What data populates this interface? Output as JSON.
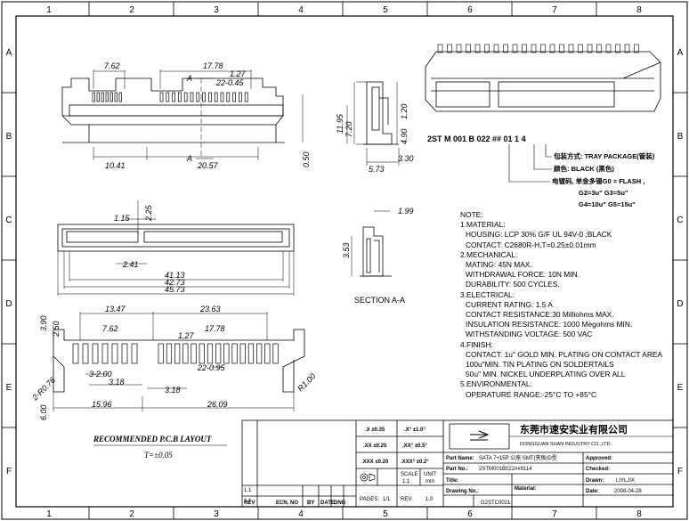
{
  "frame": {
    "columns": [
      "1",
      "2",
      "3",
      "4",
      "5",
      "6",
      "7",
      "8"
    ],
    "rows": [
      "A",
      "B",
      "C",
      "D",
      "E",
      "F"
    ]
  },
  "dims": {
    "d762": "7.62",
    "d1778": "17.78",
    "d127": "1.27",
    "d22045": "22-0.45",
    "a_top": "A",
    "a_bottom": "A",
    "d1041": "10.41",
    "d2057": "20.57",
    "d050": "0.50",
    "d1195": "11.95",
    "d720": "7.20",
    "d120": "1.20",
    "d490": "4.90",
    "d573": "5.73",
    "d330": "3.30",
    "d115": "1.15",
    "d225": "2.25",
    "d241": "2.41",
    "d4113": "41.13",
    "d4273": "42.73",
    "d4573": "45.73",
    "d199": "1.99",
    "d353": "3.53",
    "section": "SECTION A-A",
    "d1347": "13.47",
    "d2363": "23.63",
    "d390": "3.90",
    "d250": "2.50",
    "d762b": "7.62",
    "d127b": "1.27",
    "d1778b": "17.78",
    "d22095": "22-0.95",
    "d3200": "3-2.00",
    "d318a": "3.18",
    "d318b": "3.18",
    "d2r076": "2-R0.76",
    "d600": "6.00",
    "d100": "R1.00",
    "d1596": "15.96",
    "d2609": "26.09"
  },
  "part_code": {
    "code": "2ST M 001 B 022 ## 01 1 4",
    "pack": "包装方式: TRAY PACKAGE(管装)",
    "color": "颜色: BLACK (黑色)",
    "plating": "电镀码, 单金多锡G0 = FLASH ,",
    "g2": "G2=3u\" G3=5u\"",
    "g4": "G4=10u\" G5=15u\""
  },
  "notes": [
    {
      "t": "NOTE:",
      "i": 0
    },
    {
      "t": "1.MATERIAL:",
      "i": 0
    },
    {
      "t": "HOUSING: LCP  30% G/F UL 94V-0 ;BLACK",
      "i": 1
    },
    {
      "t": "CONTACT:  C2680R-H,T=0.25±0.01mm",
      "i": 1
    },
    {
      "t": "2.MECHANICAL:",
      "i": 0
    },
    {
      "t": "MATING: 45N MAX.",
      "i": 1
    },
    {
      "t": "WITHDRAWAL FORCE: 10N MIN.",
      "i": 1
    },
    {
      "t": "DURABILITY: 500 CYCLES.",
      "i": 1
    },
    {
      "t": "3.ELECTRICAL:",
      "i": 0
    },
    {
      "t": "CURRENT RATING: 1.5 A",
      "i": 1
    },
    {
      "t": "CONTACT RESISTANCE:30 Milliohms MAX.",
      "i": 1
    },
    {
      "t": "INSULATION RESISTANCE: 1000 Megohms MIN.",
      "i": 1
    },
    {
      "t": "WITHSTANDING VOLTAGE: 500 VAC",
      "i": 1
    },
    {
      "t": "4.FINISH:",
      "i": 0
    },
    {
      "t": "CONTACT: 1u\" GOLD MIN. PLATING ON CONTACT AREA",
      "i": 1
    },
    {
      "t": "100u\"MIN. TIN PLATING ON SOLDERTAILS",
      "i": 1
    },
    {
      "t": "50u\" MIN. NICKEL UNDERPLATING OVER ALL",
      "i": 1
    },
    {
      "t": "5.ENVIRONMENTAL:",
      "i": 0
    },
    {
      "t": "OPERATURE RANGE:-25°C TO +85°C",
      "i": 1
    }
  ],
  "pcb": {
    "title": "RECOMMENDED P.C.B LAYOUT",
    "tolerance": "T=±0.05"
  },
  "title_block": {
    "company": "东莞市速安实业有限公司",
    "company_en": "DONGGUAN SUAN INDUSTRY CO.,LTD.",
    "tol1": ".X  ±0.35",
    "tol2": ".XX  ±0.25",
    "tol3": ".XXX  ±0.20",
    "ang1": ".X°  ±1.0°",
    "ang2": ".XX°  ±0.5°",
    "ang3": ".XXX°  ±0.2°",
    "part_name_label": "Part Name:",
    "part_name": "SATA 7+15P 公座 SMT(夹板)D型",
    "part_no_label": "Part No.:",
    "part_no": "2STM001B022##0114",
    "title_label": "Title:",
    "drawing_no_label": "Drawing No.:",
    "drawing_no": "G2STC0021",
    "material_label": "Material:",
    "date_label": "Date:",
    "date": "2008-04-28",
    "approved_label": "Approved:",
    "checked_label": "Checked:",
    "drawn_label": "Drawn:",
    "drawn": "LIYLJIX",
    "scale_label": "SCALE",
    "scale": "1:1",
    "unit_label": "UNIT",
    "unit": "mm",
    "pages_label": "PAGES:",
    "pages": "1/1",
    "rev_label": "REV:",
    "rev": "1.0",
    "rev_rows": [
      "1.1",
      "1.1"
    ],
    "hdr": [
      "REV",
      "ECN. NO",
      "BY",
      "DATE",
      "DNG"
    ]
  }
}
